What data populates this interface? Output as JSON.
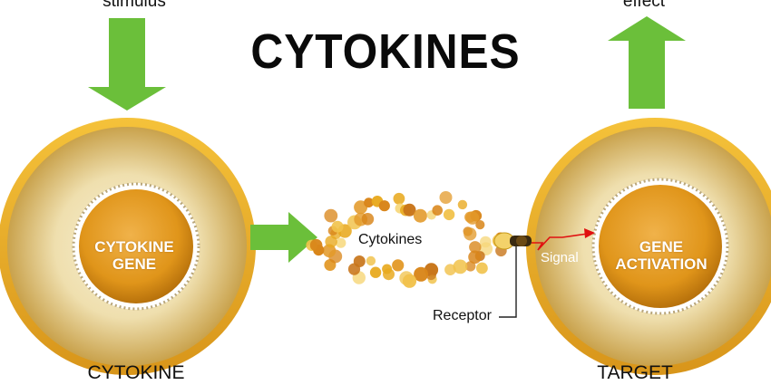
{
  "title": "CYTOKINES",
  "labels": {
    "top_left": "stimulus",
    "top_right": "effect",
    "bottom_left": "CYTOKINE",
    "bottom_right": "TARGET",
    "left_nucleus": [
      "CYTOKINE",
      "GENE"
    ],
    "right_nucleus": [
      "GENE",
      "ACTIVATION"
    ],
    "cytokines": "Cytokines",
    "signal": "Signal",
    "receptor": "Receptor"
  },
  "colors": {
    "arrow": "#6bbf3a",
    "cell_rim": "#e8a91e",
    "cytoplasm": "#efe0b0",
    "nucleus": "#e0951a",
    "signal_arrow": "#e01010"
  }
}
